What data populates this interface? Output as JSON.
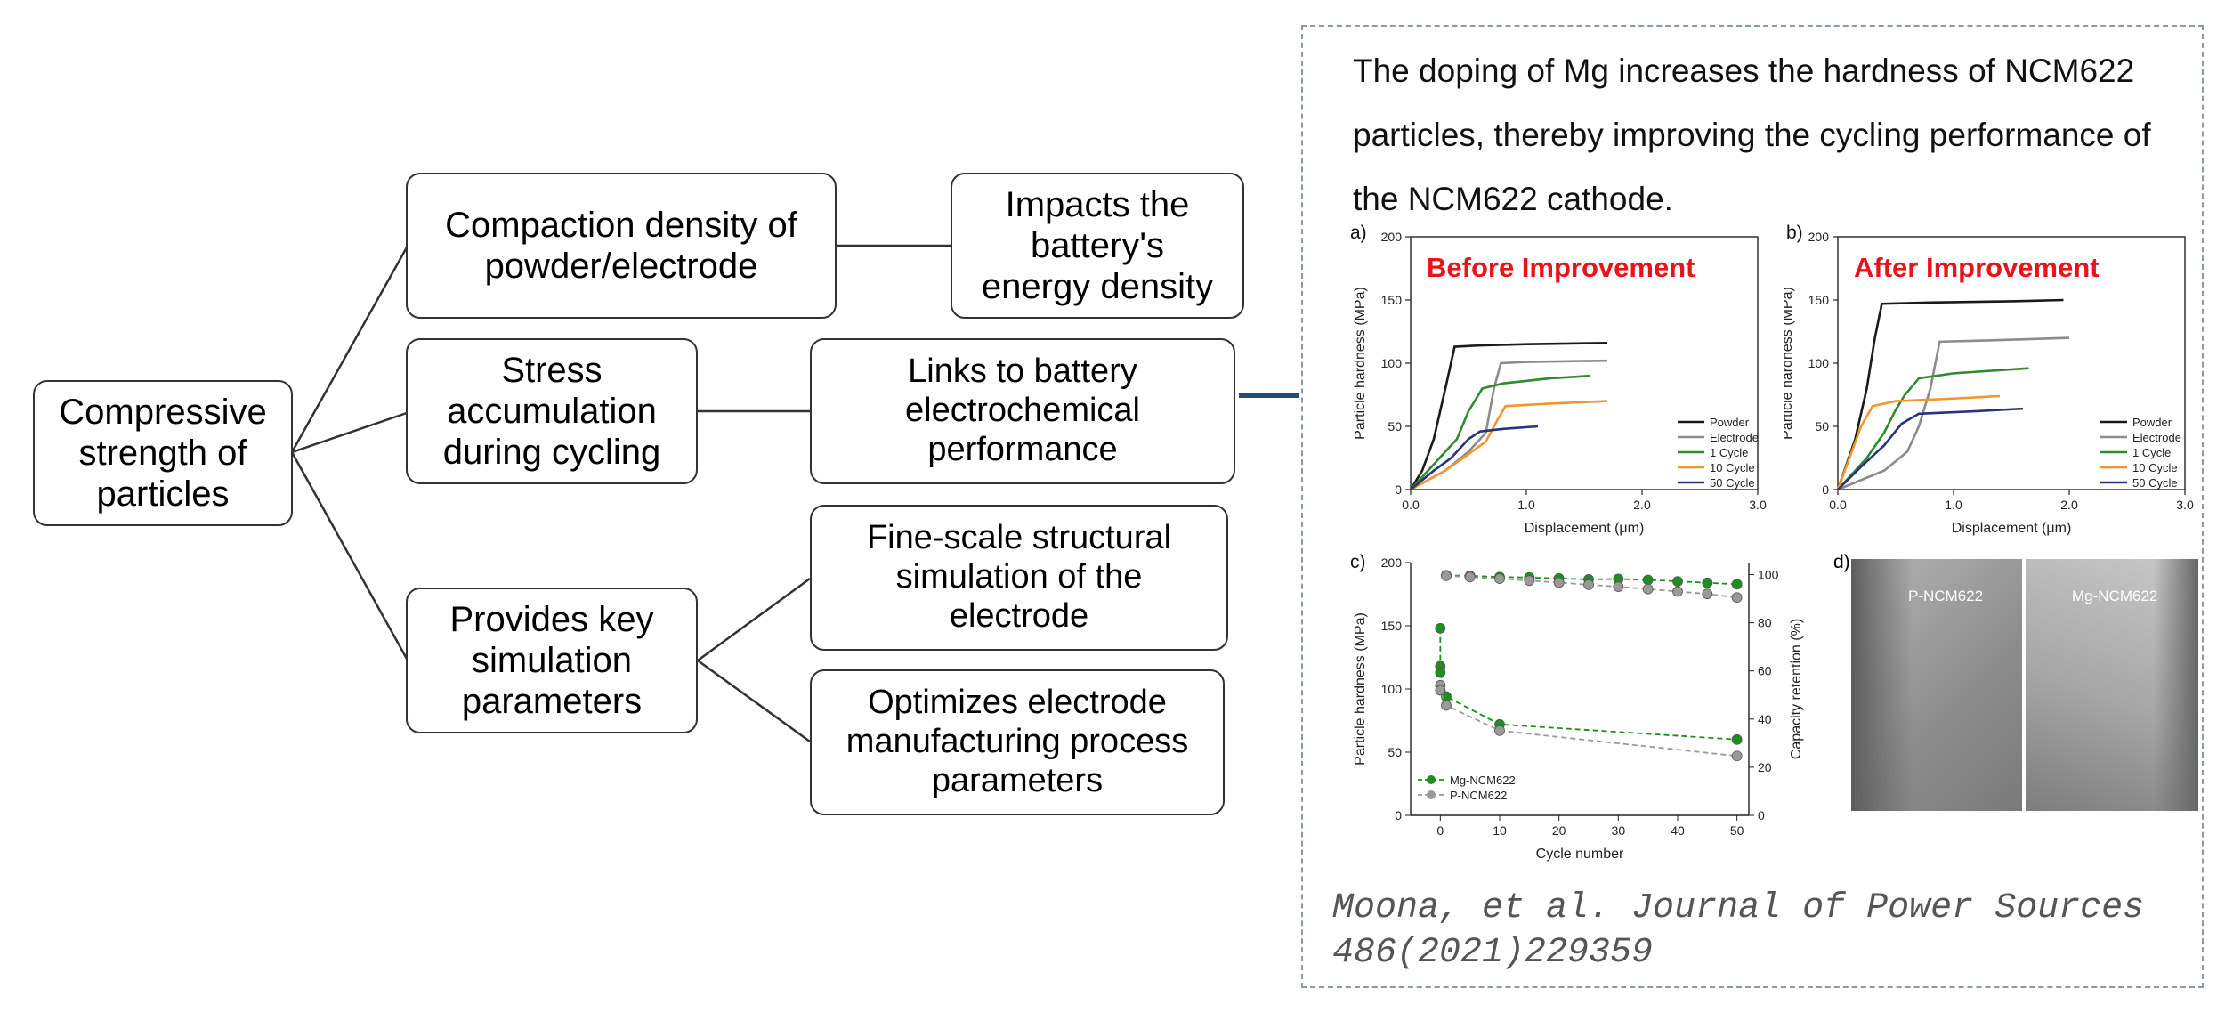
{
  "diagram": {
    "root": "Compressive\nstrength of\nparticles",
    "level1": [
      "Compaction density of\npowder/electrode",
      "Stress\naccumulation\nduring cycling",
      "Provides key\nsimulation\nparameters"
    ],
    "level2": [
      "Impacts the\nbattery's\nenergy density",
      "Links to battery\nelectrochemical\nperformance",
      "Fine-scale structural\nsimulation of the\nelectrode",
      "Optimizes electrode\nmanufacturing process\nparameters"
    ]
  },
  "panel": {
    "lead": "The doping of Mg increases the hardness of NCM622 particles, thereby improving the cycling performance of the NCM622 cathode.",
    "citation": "Moona, et al. Journal of Power Sources 486(2021)229359",
    "photo_labels": [
      "P-NCM622",
      "Mg-NCM622"
    ],
    "panel_letters": [
      "a)",
      "b)",
      "c)",
      "d)"
    ]
  },
  "colors": {
    "accent_red": "#e8141b",
    "connector": "#1f4e79"
  },
  "chart_data": [
    {
      "type": "line",
      "panel": "a)",
      "title": "Before Improvement",
      "xlabel": "Displacement (μm)",
      "ylabel": "Particle hardness (MPa)",
      "xlim": [
        0.0,
        3.0
      ],
      "ylim": [
        0,
        200
      ],
      "xticks": [
        "0.0",
        "1.0",
        "2.0",
        "3.0"
      ],
      "yticks": [
        "0",
        "50",
        "100",
        "150",
        "200"
      ],
      "legend_position": "bottom-right",
      "series": [
        {
          "name": "Powder",
          "color": "#1a1a1a",
          "points": [
            [
              0,
              0
            ],
            [
              0.1,
              15
            ],
            [
              0.2,
              40
            ],
            [
              0.3,
              80
            ],
            [
              0.38,
              113
            ],
            [
              0.6,
              114
            ],
            [
              1.0,
              115
            ],
            [
              1.7,
              116
            ]
          ]
        },
        {
          "name": "Electrode",
          "color": "#8c8c8c",
          "points": [
            [
              0,
              0
            ],
            [
              0.3,
              15
            ],
            [
              0.5,
              30
            ],
            [
              0.65,
              45
            ],
            [
              0.72,
              80
            ],
            [
              0.78,
              100
            ],
            [
              1.0,
              101
            ],
            [
              1.7,
              102
            ]
          ]
        },
        {
          "name": "1 Cycle",
          "color": "#2e8b2e",
          "points": [
            [
              0,
              0
            ],
            [
              0.2,
              20
            ],
            [
              0.4,
              40
            ],
            [
              0.5,
              62
            ],
            [
              0.62,
              80
            ],
            [
              0.8,
              84
            ],
            [
              1.2,
              88
            ],
            [
              1.55,
              90
            ]
          ]
        },
        {
          "name": "10 Cycle",
          "color": "#f0962c",
          "points": [
            [
              0,
              0
            ],
            [
              0.3,
              15
            ],
            [
              0.5,
              28
            ],
            [
              0.65,
              38
            ],
            [
              0.75,
              55
            ],
            [
              0.82,
              66
            ],
            [
              1.2,
              68
            ],
            [
              1.7,
              70
            ]
          ]
        },
        {
          "name": "50 Cycle",
          "color": "#28337c",
          "points": [
            [
              0,
              0
            ],
            [
              0.2,
              15
            ],
            [
              0.35,
              25
            ],
            [
              0.5,
              40
            ],
            [
              0.6,
              46
            ],
            [
              0.8,
              48
            ],
            [
              1.1,
              50
            ]
          ]
        }
      ]
    },
    {
      "type": "line",
      "panel": "b)",
      "title": "After Improvement",
      "xlabel": "Displacement (μm)",
      "ylabel": "Particle hardness (MPa)",
      "xlim": [
        0.0,
        3.0
      ],
      "ylim": [
        0,
        200
      ],
      "xticks": [
        "0.0",
        "1.0",
        "2.0",
        "3.0"
      ],
      "yticks": [
        "0",
        "50",
        "100",
        "150",
        "200"
      ],
      "legend_position": "bottom-right",
      "series": [
        {
          "name": "Powder",
          "color": "#1a1a1a",
          "points": [
            [
              0,
              0
            ],
            [
              0.15,
              40
            ],
            [
              0.25,
              80
            ],
            [
              0.32,
              120
            ],
            [
              0.38,
              147
            ],
            [
              0.8,
              148
            ],
            [
              1.5,
              149
            ],
            [
              1.95,
              150
            ]
          ]
        },
        {
          "name": "Electrode",
          "color": "#8c8c8c",
          "points": [
            [
              0,
              0
            ],
            [
              0.4,
              15
            ],
            [
              0.6,
              30
            ],
            [
              0.7,
              50
            ],
            [
              0.8,
              80
            ],
            [
              0.88,
              117
            ],
            [
              1.3,
              118
            ],
            [
              2.0,
              120
            ]
          ]
        },
        {
          "name": "1 Cycle",
          "color": "#2e8b2e",
          "points": [
            [
              0,
              0
            ],
            [
              0.25,
              25
            ],
            [
              0.4,
              45
            ],
            [
              0.5,
              63
            ],
            [
              0.58,
              75
            ],
            [
              0.7,
              88
            ],
            [
              1.0,
              92
            ],
            [
              1.65,
              96
            ]
          ]
        },
        {
          "name": "10 Cycle",
          "color": "#f0962c",
          "points": [
            [
              0,
              0
            ],
            [
              0.1,
              25
            ],
            [
              0.2,
              50
            ],
            [
              0.3,
              66
            ],
            [
              0.5,
              70
            ],
            [
              1.0,
              72
            ],
            [
              1.4,
              74
            ]
          ]
        },
        {
          "name": "50 Cycle",
          "color": "#28337c",
          "points": [
            [
              0,
              0
            ],
            [
              0.2,
              18
            ],
            [
              0.4,
              35
            ],
            [
              0.55,
              52
            ],
            [
              0.7,
              60
            ],
            [
              1.2,
              62
            ],
            [
              1.6,
              64
            ]
          ]
        }
      ]
    },
    {
      "type": "line",
      "panel": "c)",
      "xlabel": "Cycle number",
      "ylabel": "Particle hardness (MPa)",
      "y2label": "Capacity retention (%)",
      "xlim": [
        -5,
        52
      ],
      "ylim": [
        0,
        200
      ],
      "y2lim": [
        0,
        105
      ],
      "xticks": [
        "0",
        "10",
        "20",
        "30",
        "40",
        "50"
      ],
      "yticks": [
        "0",
        "50",
        "100",
        "150",
        "200"
      ],
      "y2ticks": [
        "0",
        "20",
        "40",
        "60",
        "80",
        "100"
      ],
      "legend_position": "bottom-left",
      "series": [
        {
          "name": "Mg-NCM622",
          "color": "#1e8f1e",
          "axis": "left",
          "points": [
            [
              0,
              148
            ],
            [
              0,
              118
            ],
            [
              0,
              113
            ],
            [
              1,
              94
            ],
            [
              10,
              72
            ],
            [
              50,
              60
            ]
          ]
        },
        {
          "name": "P-NCM622",
          "color": "#999999",
          "axis": "left",
          "points": [
            [
              0,
              103
            ],
            [
              0,
              99
            ],
            [
              1,
              87
            ],
            [
              10,
              67
            ],
            [
              50,
              47
            ]
          ]
        },
        {
          "name": "Mg-NCM622 retention",
          "color": "#1e8f1e",
          "axis": "right",
          "points": [
            [
              1,
              99.7
            ],
            [
              5,
              99.5
            ],
            [
              10,
              99
            ],
            [
              15,
              98.8
            ],
            [
              20,
              98.4
            ],
            [
              25,
              98
            ],
            [
              30,
              98.2
            ],
            [
              35,
              97.8
            ],
            [
              40,
              97.2
            ],
            [
              45,
              96.6
            ],
            [
              50,
              96
            ]
          ]
        },
        {
          "name": "P-NCM622 retention",
          "color": "#999999",
          "axis": "right",
          "points": [
            [
              1,
              99.5
            ],
            [
              5,
              99
            ],
            [
              10,
              98.3
            ],
            [
              15,
              97.5
            ],
            [
              20,
              96.7
            ],
            [
              25,
              95.8
            ],
            [
              30,
              95
            ],
            [
              35,
              94
            ],
            [
              40,
              93
            ],
            [
              45,
              92
            ],
            [
              50,
              90.5
            ]
          ]
        }
      ]
    }
  ]
}
